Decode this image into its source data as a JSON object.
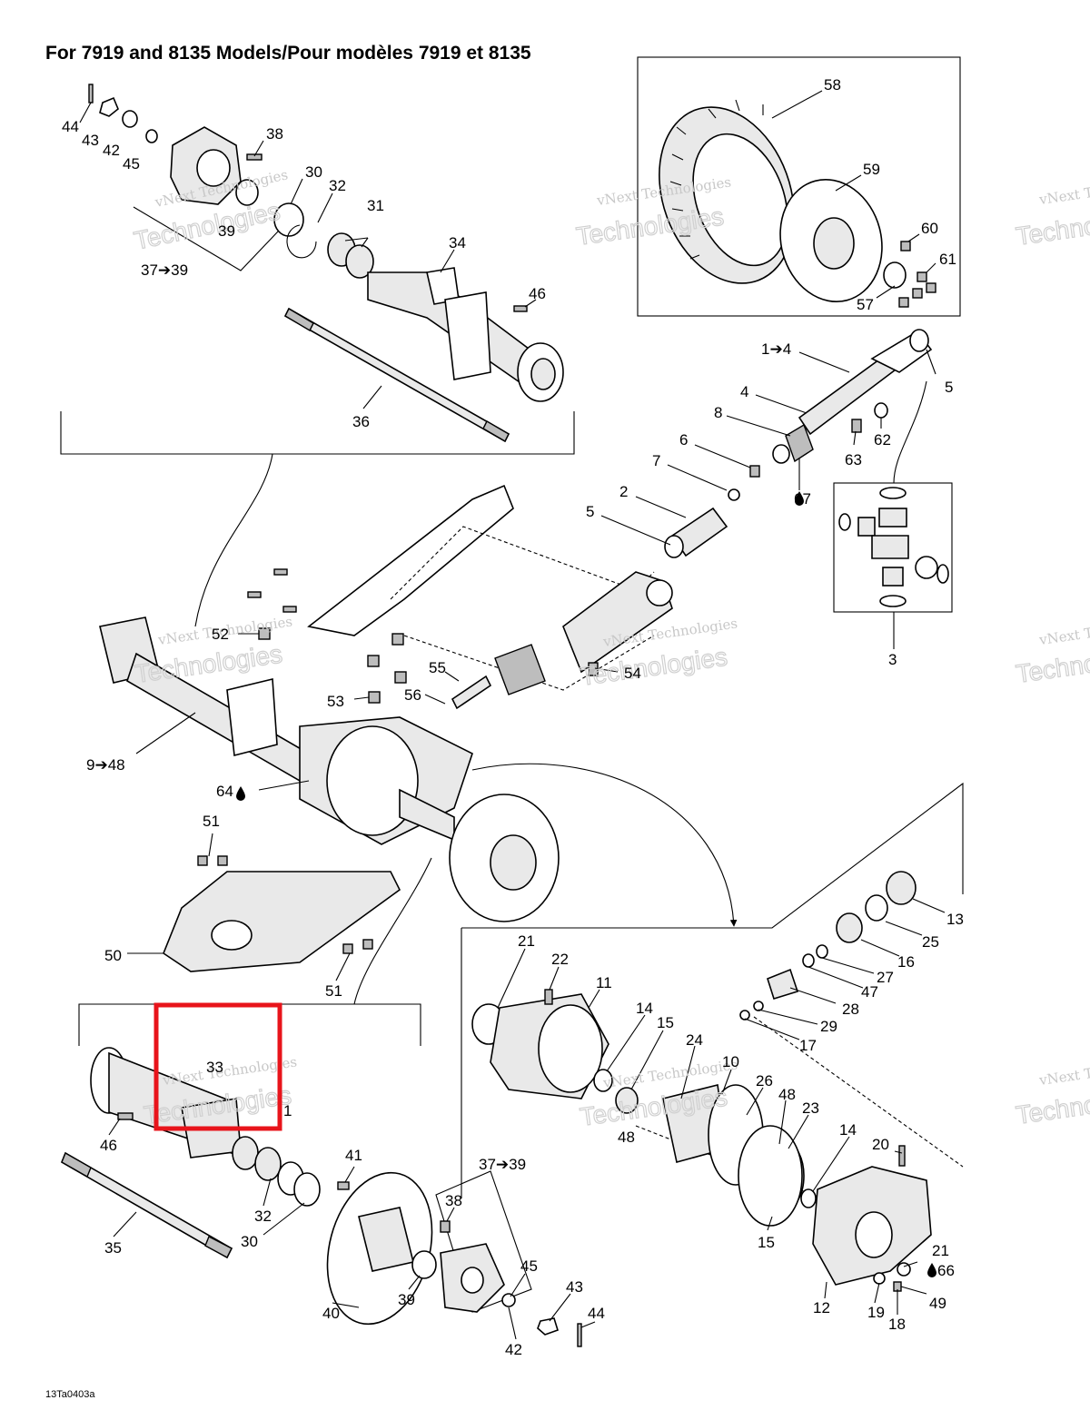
{
  "title": "For 7919 and 8135 Models/Pour modèles 7919 et 8135",
  "diagram_code": "13Ta0403a",
  "watermark": [
    "vNext Technologies",
    "Technologies"
  ],
  "highlight_color": "#e8141b",
  "labels": {
    "p58": "58",
    "p59": "59",
    "p60": "60",
    "p61": "61",
    "p57": "57",
    "p44a": "44",
    "p43a": "43",
    "p42a": "42",
    "p45a": "45",
    "p38a": "38",
    "p30a": "30",
    "p32a": "32",
    "p31": "31",
    "p39a": "39",
    "p37a": "37➔39",
    "p34": "34",
    "p46a": "46",
    "p36": "36",
    "p1to4": "1➔4",
    "p4": "4",
    "p5a": "5",
    "p8": "8",
    "p6": "6",
    "p7": "7",
    "p2": "2",
    "p5b": "5",
    "p63": "63",
    "p62": "62",
    "p67": "67",
    "p3": "3",
    "p52": "52",
    "p53": "53",
    "p55": "55",
    "p56": "56",
    "p54": "54",
    "p9to48": "9➔48",
    "p64": "64",
    "p51a": "51",
    "p50": "50",
    "p51b": "51",
    "p13": "13",
    "p25": "25",
    "p16": "16",
    "p27": "27",
    "p47": "47",
    "p28": "28",
    "p29": "29",
    "p17": "17",
    "p21a": "21",
    "p22": "22",
    "p11": "11",
    "p14a": "14",
    "p15a": "15",
    "p24": "24",
    "p10": "10",
    "p26": "26",
    "p48a": "48",
    "p48b": "48",
    "p23": "23",
    "p14b": "14",
    "p20": "20",
    "p15b": "15",
    "p21b": "21",
    "p66": "66",
    "p49": "49",
    "p12": "12",
    "p19": "19",
    "p18": "18",
    "p33": "33",
    "p1": "1",
    "p46b": "46",
    "p32b": "32",
    "p30b": "30",
    "p35": "35",
    "p41": "41",
    "p37b": "37➔39",
    "p38b": "38",
    "p45b": "45",
    "p43b": "43",
    "p44b": "44",
    "p40": "40",
    "p39b": "39",
    "p42b": "42"
  }
}
